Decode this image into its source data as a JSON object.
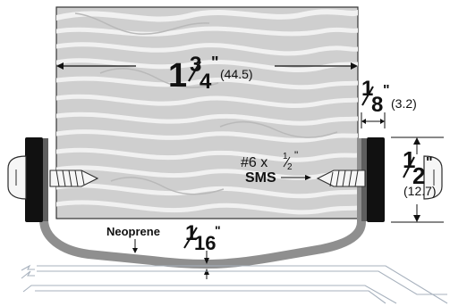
{
  "diagram": {
    "dimensions": {
      "width_main": {
        "whole": "1",
        "num": "3",
        "den": "4",
        "inch": "\"",
        "mm": "(44.5)"
      },
      "gap_top": {
        "num": "1",
        "den": "8",
        "inch": "\"",
        "mm": "(3.2)"
      },
      "height_side": {
        "num": "1",
        "den": "2",
        "inch": "\"",
        "mm": "(12.7)"
      },
      "bottom_gap": {
        "num": "1",
        "den": "16",
        "inch": "\""
      }
    },
    "labels": {
      "screw_size_prefix": "#6 x",
      "screw_fraction_num": "1",
      "screw_fraction_den": "2",
      "screw_inch": "\"",
      "screw_type": "SMS",
      "neoprene": "Neoprene"
    },
    "colors": {
      "wood_base": "#cfcfcf",
      "wood_grain": "#f1f1f1",
      "wood_dark": "#b9b9b9",
      "stop_body": "#8f8f8f",
      "stop_edge": "#5f5f5f",
      "seal_black": "#111111",
      "screw_fill": "#f6f6f6",
      "outline": "#2c2c2c"
    }
  }
}
